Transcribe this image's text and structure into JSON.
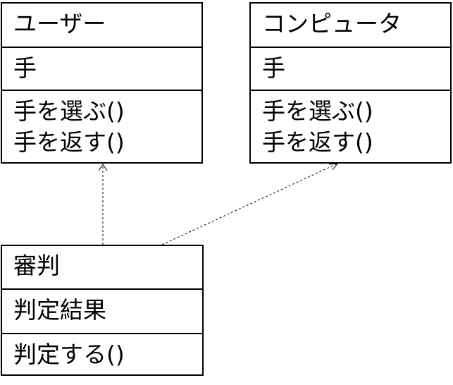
{
  "classes": {
    "user": {
      "name": "ユーザー",
      "attributes": [
        "手"
      ],
      "operations": [
        "手を選ぶ()",
        "手を返す()"
      ]
    },
    "computer": {
      "name": "コンピュータ",
      "attributes": [
        "手"
      ],
      "operations": [
        "手を選ぶ()",
        "手を返す()"
      ]
    },
    "judge": {
      "name": "審判",
      "attributes": [
        "判定結果"
      ],
      "operations": [
        "判定する()"
      ]
    }
  },
  "relations": [
    {
      "from": "judge",
      "to": "user",
      "style": "dashed",
      "arrow": "open"
    },
    {
      "from": "judge",
      "to": "computer",
      "style": "dashed",
      "arrow": "open"
    }
  ],
  "colors": {
    "line": "#000000",
    "background": "#ffffff"
  }
}
